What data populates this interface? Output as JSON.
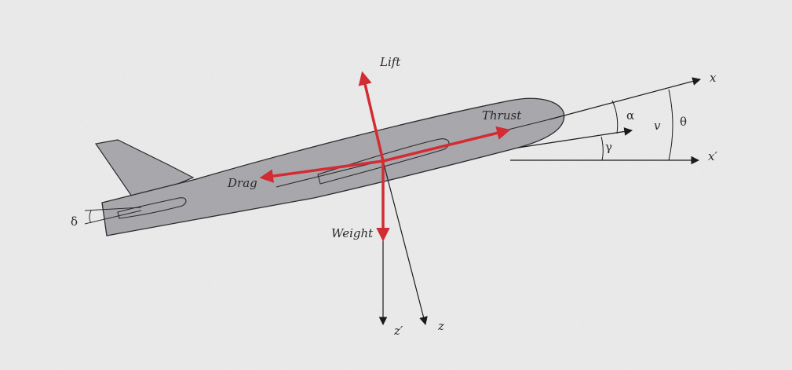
{
  "diagram": {
    "forces": {
      "lift": "Lift",
      "thrust": "Thrust",
      "drag": "Drag",
      "weight": "Weight"
    },
    "axes": {
      "x": "x",
      "x_prime": "x′",
      "z": "z",
      "z_prime": "z′"
    },
    "angles": {
      "alpha": "α",
      "gamma": "γ",
      "theta": "θ",
      "delta": "δ"
    },
    "velocity": "v"
  },
  "colors": {
    "background": "#ececec",
    "fuselage": "#a6a6ab",
    "force_arrow": "#d4232b",
    "axis": "#111111"
  }
}
